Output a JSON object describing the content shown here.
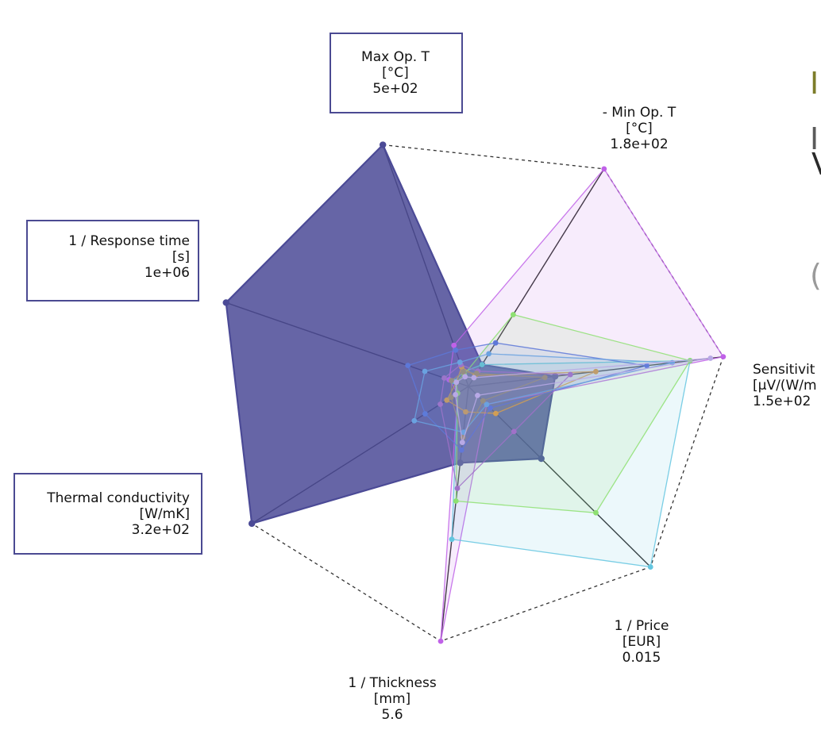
{
  "chart_data": {
    "type": "radar",
    "grid": false,
    "axes": [
      {
        "label": "Max Op. T",
        "unit": "[°C]",
        "max_label": "5e+02",
        "boxed": true
      },
      {
        "label": "- Min Op. T",
        "unit": "[°C]",
        "max_label": "1.8e+02",
        "boxed": false
      },
      {
        "label": "Sensitivit",
        "unit": "[µV/(W/m",
        "max_label": "1.5e+02",
        "boxed": false
      },
      {
        "label": "1 / Price",
        "unit": "[EUR]",
        "max_label": "0.015",
        "boxed": false
      },
      {
        "label": "1 / Thickness",
        "unit": "[mm]",
        "max_label": "5.6",
        "boxed": false
      },
      {
        "label": "Thermal conductivity",
        "unit": "[W/mK]",
        "max_label": "3.2e+02",
        "boxed": true
      },
      {
        "label": "1 / Response time",
        "unit": "[s]",
        "max_label": "1e+06",
        "boxed": true
      }
    ],
    "series": [
      {
        "color": "#4b4a96",
        "fill_opacity": 0.85,
        "emphasis": true,
        "values": [
          1.0,
          0.1,
          0.34,
          0.4,
          0.3,
          1.0,
          1.0
        ]
      },
      {
        "color": "#c061e8",
        "fill_opacity": 0.12,
        "values": [
          0.17,
          1.0,
          1.0,
          0.1,
          1.0,
          0.05,
          0.08
        ]
      },
      {
        "color": "#64c6e0",
        "fill_opacity": 0.12,
        "values": [
          0.06,
          0.1,
          0.87,
          1.0,
          0.6,
          0.05,
          0.06
        ]
      },
      {
        "color": "#8ee072",
        "fill_opacity": 0.12,
        "values": [
          0.05,
          0.33,
          0.87,
          0.7,
          0.45,
          0.05,
          0.05
        ]
      },
      {
        "color": "#d6a24a",
        "fill_opacity": 0.08,
        "values": [
          0.08,
          0.05,
          0.5,
          0.15,
          0.1,
          0.1,
          0.05
        ]
      },
      {
        "color": "#5d78d8",
        "fill_opacity": 0.1,
        "values": [
          0.15,
          0.2,
          0.7,
          0.12,
          0.25,
          0.2,
          0.25
        ]
      },
      {
        "color": "#a071c8",
        "fill_opacity": 0.08,
        "values": [
          0.09,
          0.07,
          0.4,
          0.25,
          0.4,
          0.13,
          0.1
        ]
      },
      {
        "color": "#9a8d7c",
        "fill_opacity": 0.06,
        "values": [
          0.06,
          0.06,
          0.3,
          0.08,
          0.2,
          0.08,
          0.07
        ]
      },
      {
        "color": "#6aa2e0",
        "fill_opacity": 0.08,
        "values": [
          0.1,
          0.15,
          0.8,
          0.1,
          0.18,
          0.25,
          0.18
        ]
      },
      {
        "color": "#b8a9e6",
        "fill_opacity": 0.06,
        "values": [
          0.04,
          0.04,
          0.95,
          0.05,
          0.22,
          0.06,
          0.05
        ]
      }
    ]
  },
  "cut_text": [
    {
      "text": "I",
      "color": "#7d7d2a"
    },
    {
      "text": "I",
      "color": "#5a5a5a"
    },
    {
      "text": "V",
      "color": "#2a2a2a"
    },
    {
      "text": "(",
      "color": "#9a9a9a"
    }
  ]
}
